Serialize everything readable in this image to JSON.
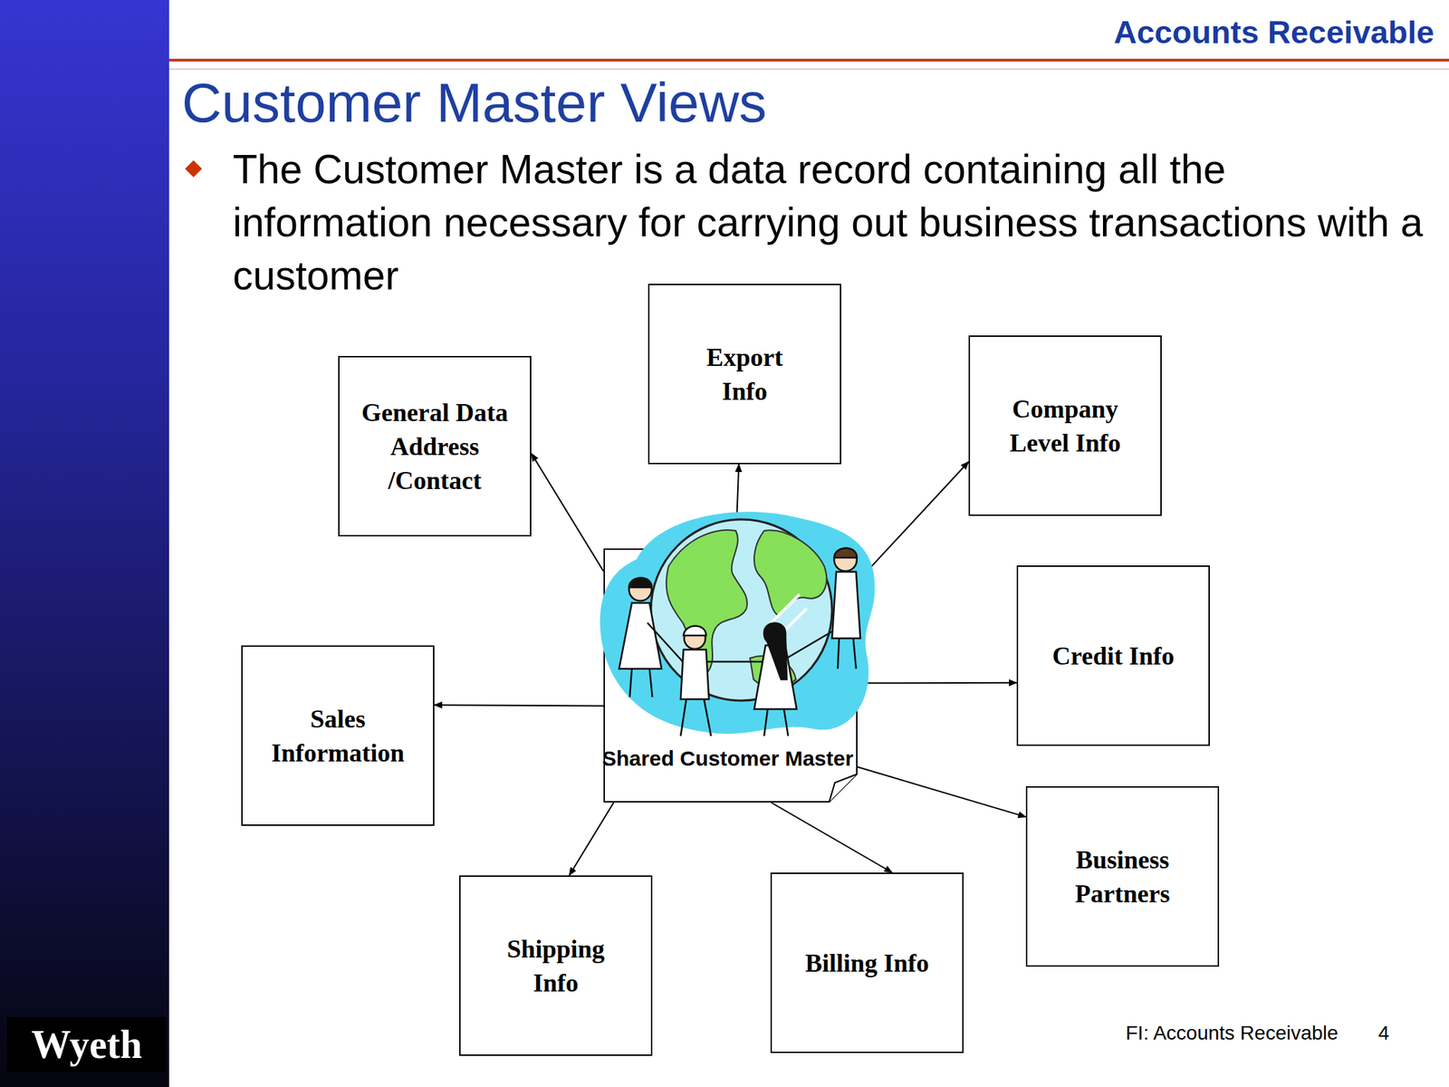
{
  "diagram": {
    "title": "Customer Master Views",
    "nodes": [
      {
        "text": [
          "General Data Address /Contact"
        ]
      },
      {
        "text": [
          "Export Info"
        ]
      },
      {
        "text": [
          "Company Level Info"
        ]
      },
      {
        "text": [
          "Shared Customer Master"
        ]
      },
      {
        "text": [
          "Credit Info"
        ]
      },
      {
        "text": [
          "Sales Information"
        ]
      },
      {
        "text": [
          "Business Partners"
        ]
      },
      {
        "text": [
          "Shipping Info"
        ]
      },
      {
        "text": [
          "Billing Info"
        ]
      }
    ],
    "edges": [
      {
        "from": 3,
        "to": 0,
        "arrow": "to"
      },
      {
        "from": 3,
        "to": 1,
        "arrow": "to"
      },
      {
        "from": 3,
        "to": 2,
        "arrow": "to"
      },
      {
        "from": 3,
        "to": 4,
        "arrow": "to"
      },
      {
        "from": 3,
        "to": 5,
        "arrow": "to"
      },
      {
        "from": 3,
        "to": 6,
        "arrow": "to"
      },
      {
        "from": 3,
        "to": 7,
        "arrow": "to"
      },
      {
        "from": 3,
        "to": 8,
        "arrow": "to"
      }
    ],
    "labels": [
      "Accounts Receivable",
      "The Customer Master is a data record containing all the information necessary for carrying out business transactions with a customer",
      "FI: Accounts Receivable",
      "4",
      "Wyeth"
    ]
  }
}
